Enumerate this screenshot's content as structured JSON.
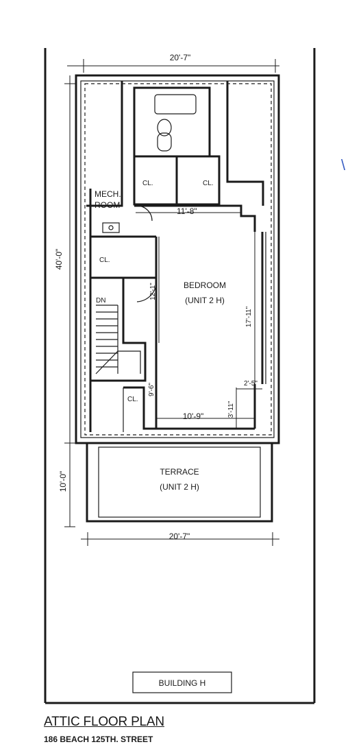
{
  "plan": {
    "title": "ATTIC FLOOR PLAN",
    "address": "186 BEACH 125TH. STREET",
    "building_label": "BUILDING H",
    "rooms": {
      "bedroom": "BEDROOM",
      "bedroom_unit": "(UNIT 2 H)",
      "terrace": "TERRACE",
      "terrace_unit": "(UNIT 2 H)",
      "mech_line1": "MECH.",
      "mech_line2": "ROOM",
      "closet": "CL.",
      "stair_down": "DN"
    },
    "dimensions": {
      "overall_width_top": "20'-7\"",
      "overall_width_bottom": "20'-7\"",
      "overall_depth": "40'-0\"",
      "terrace_depth": "10'-0\"",
      "bedroom_width_top": "11'-8\"",
      "bedroom_depth": "17'-11\"",
      "stair_side": "12'-1\"",
      "bedroom_width_bottom": "10'-9\"",
      "lower_left": "9'-6\"",
      "right_jog_width": "2'-5\"",
      "right_jog_depth": "3'-11\""
    },
    "margin_mark": "\\"
  }
}
